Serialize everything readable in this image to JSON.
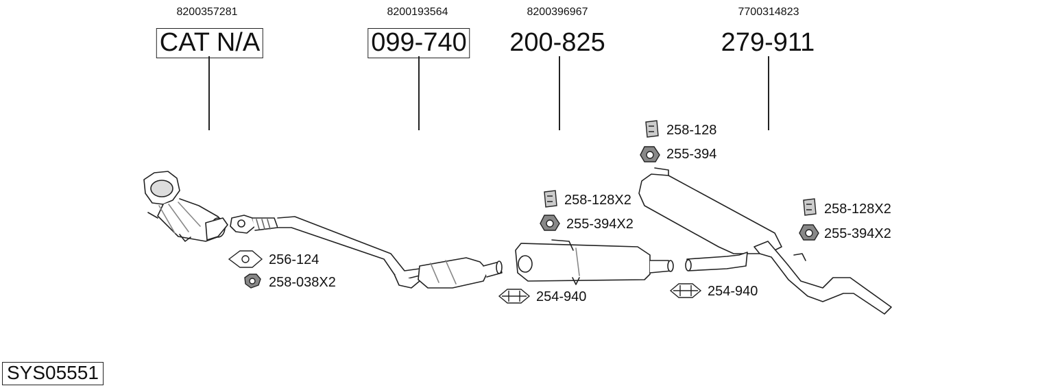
{
  "system_code": "SYS05551",
  "parts": [
    {
      "oem": "8200357281",
      "number": "CAT N/A",
      "boxed": true
    },
    {
      "oem": "8200193564",
      "number": "099-740",
      "boxed": true
    },
    {
      "oem": "8200396967",
      "number": "200-825",
      "boxed": false
    },
    {
      "oem": "7700314823",
      "number": "279-911",
      "boxed": false
    }
  ],
  "accessories": [
    {
      "code": "256-124",
      "icon": "gasket-icon"
    },
    {
      "code": "258-038X2",
      "icon": "nut-icon"
    },
    {
      "code": "258-128",
      "icon": "rubber-hanger-icon"
    },
    {
      "code": "255-394",
      "icon": "mounting-ring-icon"
    },
    {
      "code": "258-128X2",
      "icon": "rubber-hanger-icon"
    },
    {
      "code": "255-394X2",
      "icon": "mounting-ring-icon"
    },
    {
      "code": "254-940",
      "icon": "clamp-icon"
    },
    {
      "code": "258-128X2",
      "icon": "rubber-hanger-icon"
    },
    {
      "code": "255-394X2",
      "icon": "mounting-ring-icon"
    },
    {
      "code": "254-940",
      "icon": "clamp-icon"
    }
  ]
}
